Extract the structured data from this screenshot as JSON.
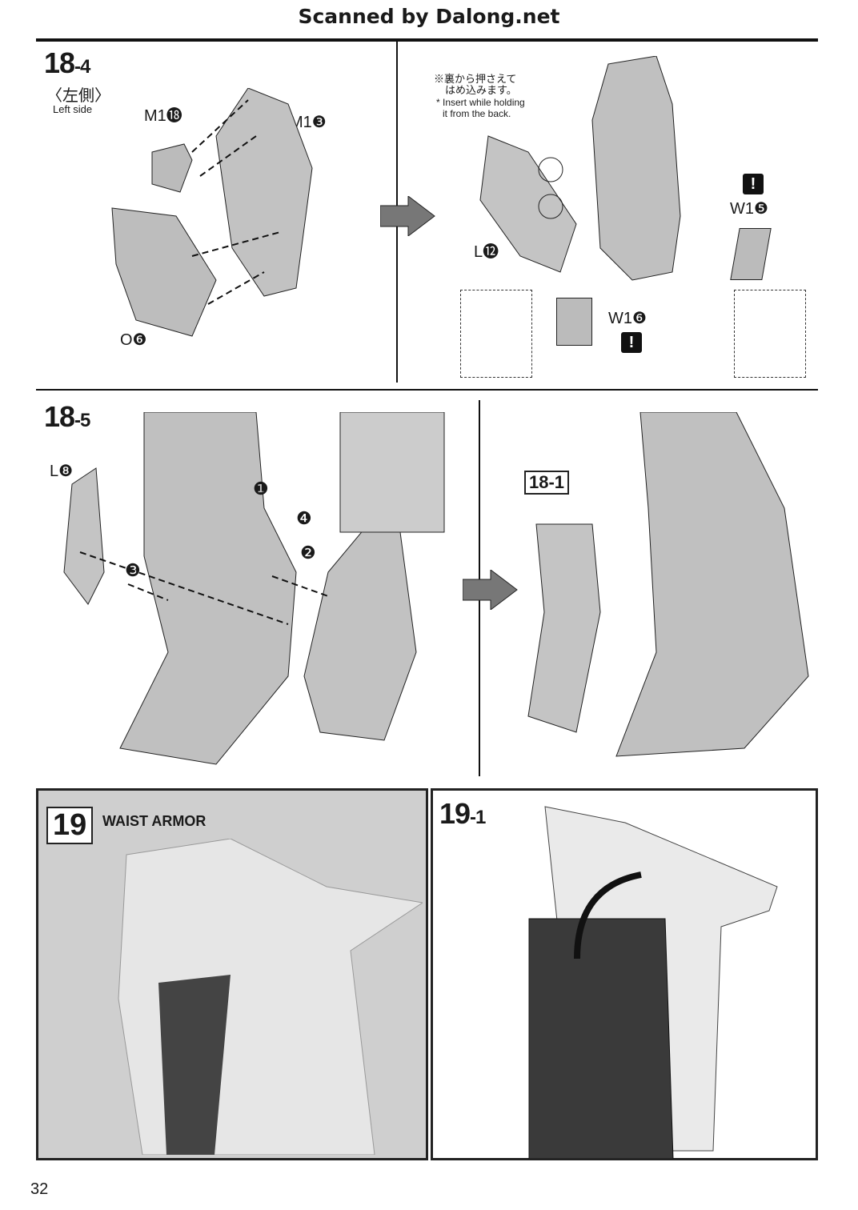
{
  "header": {
    "title": "Scanned by Dalong.net"
  },
  "step_18_4": {
    "number": "18",
    "sub": "-4",
    "side_jp": "〈左側〉",
    "side_en": "Left side",
    "parts": {
      "m1_18": "M1⓲",
      "m1_3": "M1❸",
      "o6": "O❻"
    }
  },
  "step_18_4b": {
    "note_jp_1": "※裏から押さえて",
    "note_jp_2": "はめ込みます。",
    "note_en_1": "* Insert while holding",
    "note_en_2": "it from the back.",
    "parts": {
      "l12": "L⓬",
      "w1_5": "W1❺",
      "w1_6": "W1❻"
    },
    "warning": "!"
  },
  "step_18_5": {
    "number": "18",
    "sub": "-5",
    "parts": {
      "l8": "L❽"
    },
    "order": [
      "❶",
      "❷",
      "❸",
      "❹"
    ],
    "ref": "18-1"
  },
  "step_19": {
    "number": "19",
    "title": "WAIST ARMOR"
  },
  "step_19_1": {
    "number": "19",
    "sub": "-1"
  },
  "footer": {
    "page": "32"
  }
}
